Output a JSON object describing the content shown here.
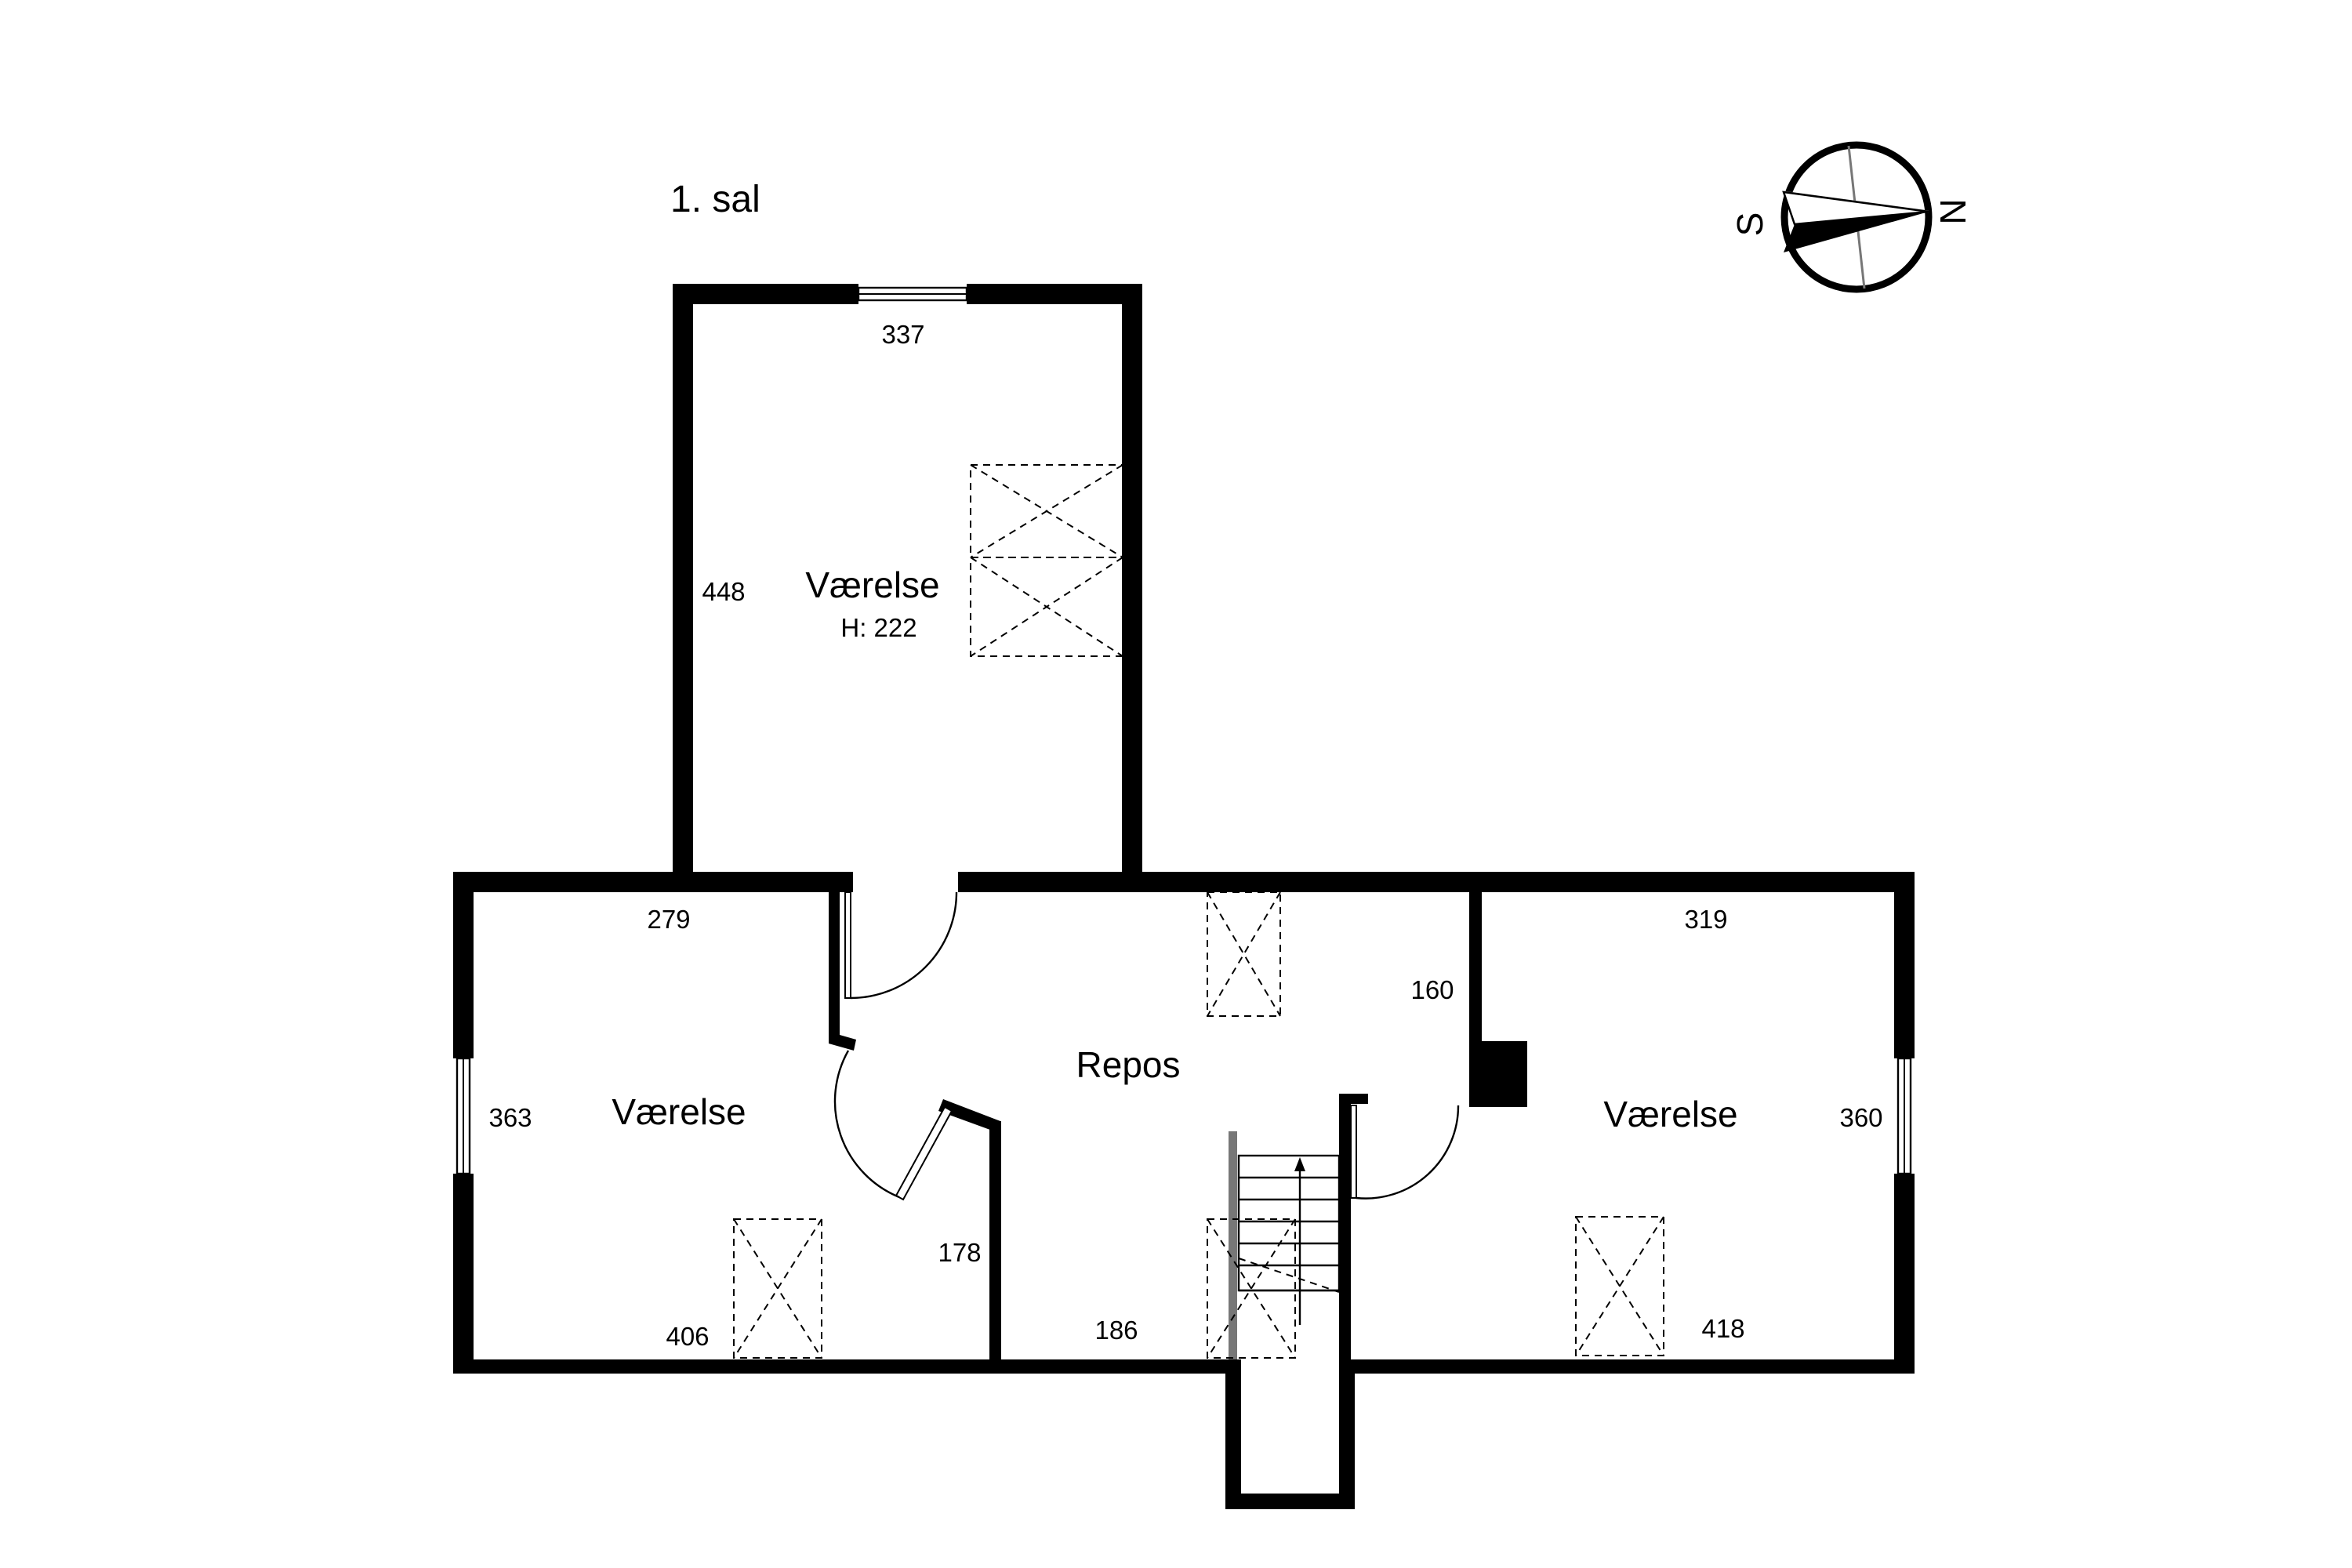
{
  "floor_label": "1. sal",
  "rooms": [
    {
      "name": "Værelse",
      "height_note": "H: 222"
    },
    {
      "name": "Værelse"
    },
    {
      "name": "Repos"
    },
    {
      "name": "Værelse"
    }
  ],
  "dimensions": {
    "top_room_width": "337",
    "top_room_depth": "448",
    "left_room_top": "279",
    "left_room_side": "363",
    "left_room_bottom": "406",
    "left_room_inner": "178",
    "hall_bottom": "186",
    "hall_right": "160",
    "right_room_top": "319",
    "right_room_side": "360",
    "right_room_bottom": "418"
  },
  "compass": {
    "south_letter": "S",
    "north_letter": "N"
  }
}
